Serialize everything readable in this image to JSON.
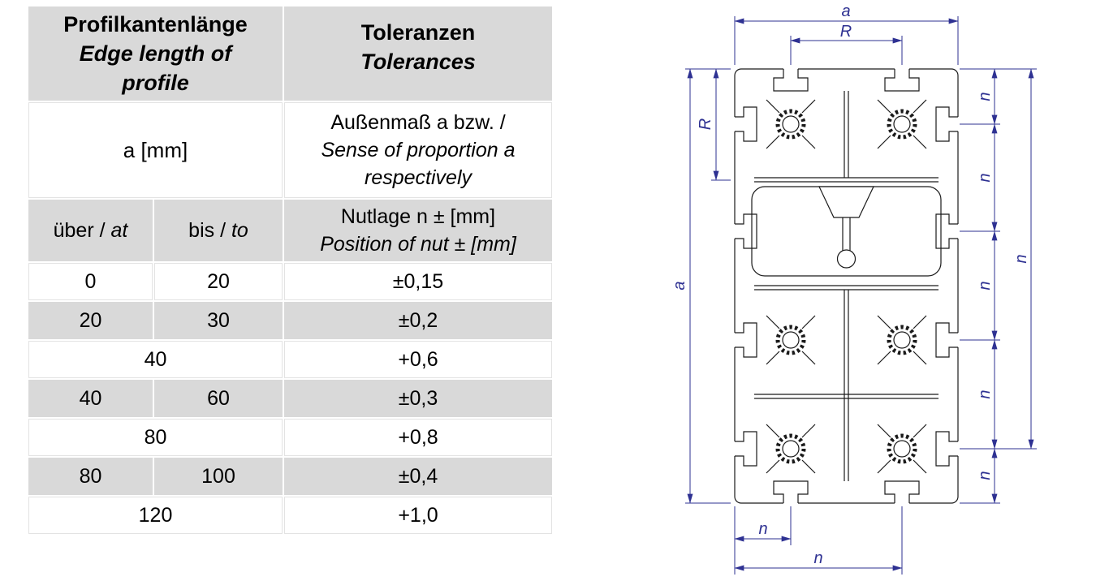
{
  "colors": {
    "dim": "#2e3192",
    "line": "#1a1a1a",
    "table-gray": "#d9d9d9"
  },
  "table": {
    "header": {
      "profile_de": "Profilkantenlänge",
      "profile_en_1": "Edge length of",
      "profile_en_2": "profile",
      "tol_de": "Toleranzen",
      "tol_en": "Tolerances"
    },
    "subheader": {
      "a_mm": "a [mm]",
      "desc_de": "Außenmaß a bzw. /",
      "desc_en_1": "Sense of proportion a",
      "desc_en_2": "respectively"
    },
    "columns": {
      "over_de": "über / ",
      "over_en": "at",
      "to_de": "bis / ",
      "to_en": "to",
      "nut_de": "Nutlage n ± [mm]",
      "nut_en": "Position of nut ± [mm]"
    },
    "rows": [
      {
        "over": "0",
        "to": "20",
        "value": "±0,15"
      },
      {
        "over": "20",
        "to": "30",
        "value": "±0,2"
      },
      {
        "over": "40",
        "value": "+0,6",
        "span": true
      },
      {
        "over": "40",
        "to": "60",
        "value": "±0,3"
      },
      {
        "over": "80",
        "value": "+0,8",
        "span": true
      },
      {
        "over": "80",
        "to": "100",
        "value": "±0,4"
      },
      {
        "over": "120",
        "value": "+1,0",
        "span": true
      }
    ]
  },
  "drawing": {
    "labels": {
      "a": "a",
      "R": "R",
      "n": "n"
    }
  }
}
